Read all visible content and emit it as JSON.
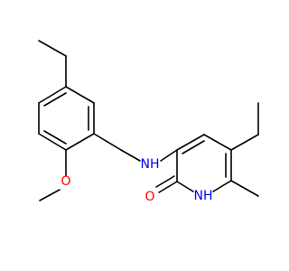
{
  "molecule": {
    "colors": {
      "bond": "#000000",
      "nitrogen": "#0000ff",
      "oxygen": "#ff0000",
      "background": "#ffffff"
    },
    "atoms": {
      "nh_linker": {
        "text": "NH",
        "element": "N"
      },
      "ring_nh": {
        "text": "NH",
        "element": "N"
      },
      "carbonyl_o": {
        "text": "O",
        "element": "O"
      },
      "methoxy_o": {
        "text": "O",
        "element": "O"
      }
    }
  }
}
